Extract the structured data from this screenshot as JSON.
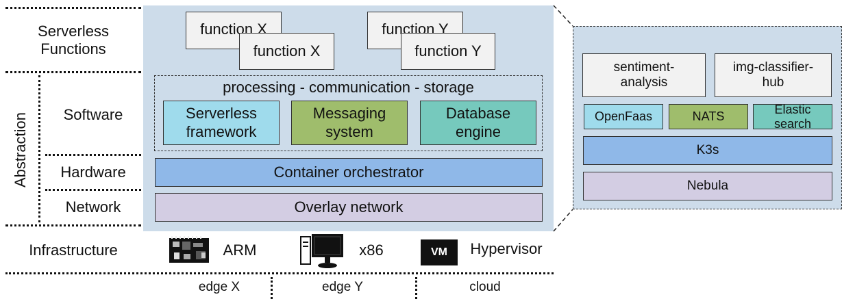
{
  "left_labels": {
    "serverless_functions": "Serverless\nFunctions",
    "abstraction": "Abstraction",
    "software": "Software",
    "hardware": "Hardware",
    "network": "Network",
    "infrastructure": "Infrastructure"
  },
  "functions": {
    "x_back": "function X",
    "x_front": "function X",
    "y_back": "function Y",
    "y_front": "function Y"
  },
  "software_group": {
    "title": "processing - communication - storage",
    "serverless_framework": "Serverless\nframework",
    "messaging_system": "Messaging\nsystem",
    "database_engine": "Database\nengine"
  },
  "container_orchestrator": "Container orchestrator",
  "overlay_network": "Overlay network",
  "infrastructure_items": {
    "arm": "ARM",
    "x86": "x86",
    "hypervisor": "Hypervisor",
    "vm_badge": "VM"
  },
  "locations": {
    "edge_x": "edge X",
    "edge_y": "edge Y",
    "cloud": "cloud"
  },
  "right_panel": {
    "sentiment": "sentiment-\nanalysis",
    "img_classifier": "img-classifier-\nhub",
    "openfaas": "OpenFaas",
    "nats": "NATS",
    "elastic": "Elastic\nsearch",
    "k3s": "K3s",
    "nebula": "Nebula"
  },
  "colors": {
    "panel_bg": "#cddcea",
    "serverless_framework": "#9fdbec",
    "messaging_system": "#9fbd6c",
    "database_engine": "#76c9bd",
    "container_orchestrator": "#8fb8e8",
    "overlay_network": "#d3cde3",
    "function_box": "#f2f2f2"
  }
}
